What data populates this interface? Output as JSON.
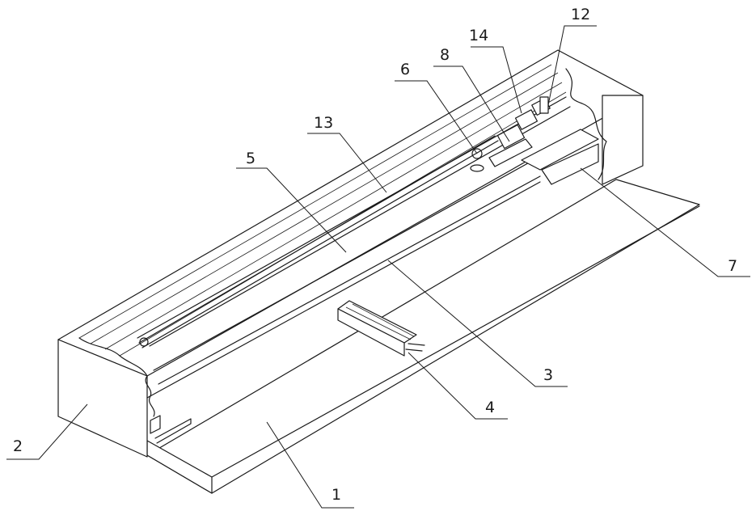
{
  "labels": {
    "part_1": "1",
    "part_2": "2",
    "part_3": "3",
    "part_4": "4",
    "part_5": "5",
    "part_6": "6",
    "part_7": "7",
    "part_8": "8",
    "part_12": "12",
    "part_13": "13",
    "part_14": "14"
  },
  "colors": {
    "line": "#1a1a1a",
    "background": "#ffffff"
  }
}
